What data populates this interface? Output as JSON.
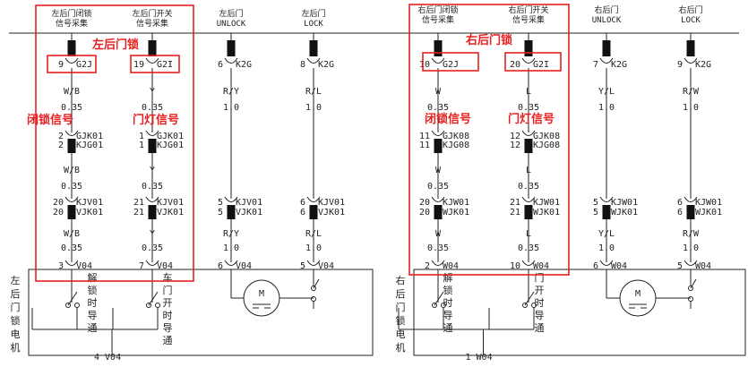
{
  "left": {
    "headers": [
      "左后门闭锁信号采集",
      "左后门开关信号采集",
      "左后门 UNLOCK",
      "左后门 LOCK"
    ],
    "top_connectors": [
      {
        "pin": "9",
        "conn": "G2J"
      },
      {
        "pin": "19",
        "conn": "G2I"
      },
      {
        "pin": "6",
        "conn": "K2G"
      },
      {
        "pin": "8",
        "conn": "K2G"
      }
    ],
    "wire_colors_1": [
      "W/B",
      "Y",
      "R/Y",
      "R/L"
    ],
    "gauges_1": [
      "0.35",
      "0.35",
      "1.0",
      "1.0"
    ],
    "mid_connectors": [
      {
        "pin_top": "2",
        "conn_top": "GJK01",
        "pin_bot": "2",
        "conn_bot": "KJG01"
      },
      {
        "pin_top": "1",
        "conn_top": "GJK01",
        "pin_bot": "1",
        "conn_bot": "KJG01"
      }
    ],
    "wire_colors_2": [
      "W/B",
      "Y"
    ],
    "gauges_2": [
      "0.35",
      "0.35"
    ],
    "lower_connectors": [
      {
        "pin_top": "20",
        "conn_top": "KJV01",
        "pin_bot": "20",
        "conn_bot": "VJK01"
      },
      {
        "pin_top": "21",
        "conn_top": "KJV01",
        "pin_bot": "21",
        "conn_bot": "VJK01"
      },
      {
        "pin_top": "5",
        "conn_top": "KJV01",
        "pin_bot": "5",
        "conn_bot": "VJK01"
      },
      {
        "pin_top": "6",
        "conn_top": "KJV01",
        "pin_bot": "6",
        "conn_bot": "VJK01"
      }
    ],
    "wire_colors_3": [
      "W/B",
      "Y",
      "R/Y",
      "R/L"
    ],
    "gauges_3": [
      "0.35",
      "0.35",
      "1.0",
      "1.0"
    ],
    "bottom_connectors": [
      {
        "pin": "3",
        "conn": "V04"
      },
      {
        "pin": "7",
        "conn": "V04"
      },
      {
        "pin": "6",
        "conn": "V04"
      },
      {
        "pin": "5",
        "conn": "V04"
      }
    ],
    "motor_label": "左后门锁电机",
    "switch1_label": "解锁时导通",
    "switch2_label": "车门开时导通",
    "motor": "M",
    "bottom_partial": "4  V04",
    "annotations": {
      "title": "左后门锁",
      "lock_signal": "闭锁信号",
      "door_signal": "门灯信号"
    }
  },
  "right": {
    "headers": [
      "右后门闭锁信号采集",
      "右后门开关信号采集",
      "右后门 UNLOCK",
      "右后门 LOCK"
    ],
    "top_connectors": [
      {
        "pin": "10",
        "conn": "G2J"
      },
      {
        "pin": "20",
        "conn": "G2I"
      },
      {
        "pin": "7",
        "conn": "K2G"
      },
      {
        "pin": "9",
        "conn": "K2G"
      }
    ],
    "wire_colors_1": [
      "W",
      "L",
      "Y/L",
      "R/W"
    ],
    "gauges_1": [
      "0.35",
      "0.35",
      "1.0",
      "1.0"
    ],
    "mid_connectors": [
      {
        "pin_top": "11",
        "conn_top": "GJK08",
        "pin_bot": "11",
        "conn_bot": "KJG08"
      },
      {
        "pin_top": "12",
        "conn_top": "GJK08",
        "pin_bot": "12",
        "conn_bot": "KJG08"
      }
    ],
    "wire_colors_2": [
      "W",
      "L"
    ],
    "gauges_2": [
      "0.35",
      "0.35"
    ],
    "lower_connectors": [
      {
        "pin_top": "20",
        "conn_top": "KJW01",
        "pin_bot": "20",
        "conn_bot": "WJK01"
      },
      {
        "pin_top": "21",
        "conn_top": "KJW01",
        "pin_bot": "21",
        "conn_bot": "WJK01"
      },
      {
        "pin_top": "5",
        "conn_top": "KJW01",
        "pin_bot": "5",
        "conn_bot": "WJK01"
      },
      {
        "pin_top": "6",
        "conn_top": "KJW01",
        "pin_bot": "6",
        "conn_bot": "WJK01"
      }
    ],
    "wire_colors_3": [
      "W",
      "L",
      "Y/L",
      "R/W"
    ],
    "gauges_3": [
      "0.35",
      "0.35",
      "1.0",
      "1.0"
    ],
    "bottom_connectors": [
      {
        "pin": "2",
        "conn": "W04"
      },
      {
        "pin": "10",
        "conn": "W04"
      },
      {
        "pin": "6",
        "conn": "W04"
      },
      {
        "pin": "5",
        "conn": "W04"
      }
    ],
    "motor_label": "右后门锁电机",
    "switch1_label": "解锁时导通",
    "switch2_label": "门开时导通",
    "motor": "M",
    "bottom_partial": "1  W04",
    "annotations": {
      "title": "右后门锁",
      "lock_signal": "闭锁信号",
      "door_signal": "门灯信号"
    }
  },
  "colors": {
    "accent_red": "#e8201f",
    "line": "#222222"
  }
}
